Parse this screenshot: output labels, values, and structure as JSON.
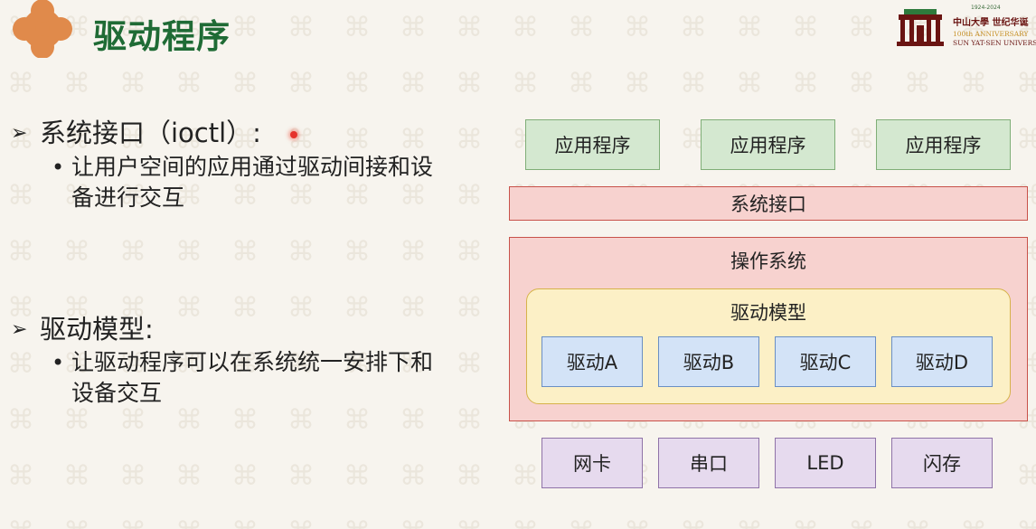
{
  "header": {
    "title": "驱动程序",
    "university_logo": {
      "years": "1924-2024",
      "name_cn": "中山大學 世纪华诞",
      "anniversary": "100th ANNIVERSARY",
      "name_en": "SUN YAT-SEN UNIVERSITY"
    }
  },
  "bullets": [
    {
      "heading": "系统接口（ioctl）:",
      "subs": [
        "让用户空间的应用通过驱动间接和设",
        "备进行交互"
      ]
    },
    {
      "heading": "驱动模型:",
      "subs": [
        "让驱动程序可以在系统统一安排下和",
        "设备交互"
      ]
    }
  ],
  "diagram": {
    "apps": [
      "应用程序",
      "应用程序",
      "应用程序"
    ],
    "syscall": "系统接口",
    "os": "操作系统",
    "driver_model": "驱动模型",
    "drivers": [
      "驱动A",
      "驱动B",
      "驱动C",
      "驱动D"
    ],
    "hardware": [
      "网卡",
      "串口",
      "LED",
      "闪存"
    ]
  },
  "colors": {
    "title_green": "#1f6b35",
    "app_fill": "#d4e8d0",
    "os_fill": "#f7d2cf",
    "model_fill": "#fcf0c6",
    "driver_fill": "#d3e3f7",
    "hw_fill": "#e6daee",
    "logo_orange": "#e08a4b"
  }
}
